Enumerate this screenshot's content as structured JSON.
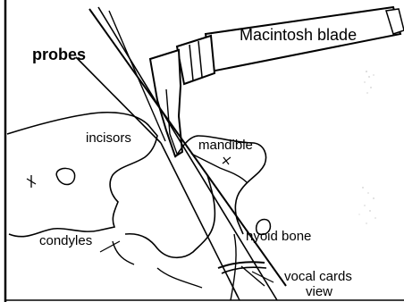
{
  "labels": {
    "probes": "probes",
    "blade": "Macintosh blade",
    "incisors": "incisors",
    "mandible": "mandible",
    "condyles": "condyles",
    "hyoid_bone": "hyoid bone",
    "vocal_cords_line1": "vocal cards",
    "vocal_cords_line2": "view"
  },
  "colors": {
    "ink": "#000000",
    "background": "#ffffff",
    "speckle": "#b8b8b8"
  }
}
